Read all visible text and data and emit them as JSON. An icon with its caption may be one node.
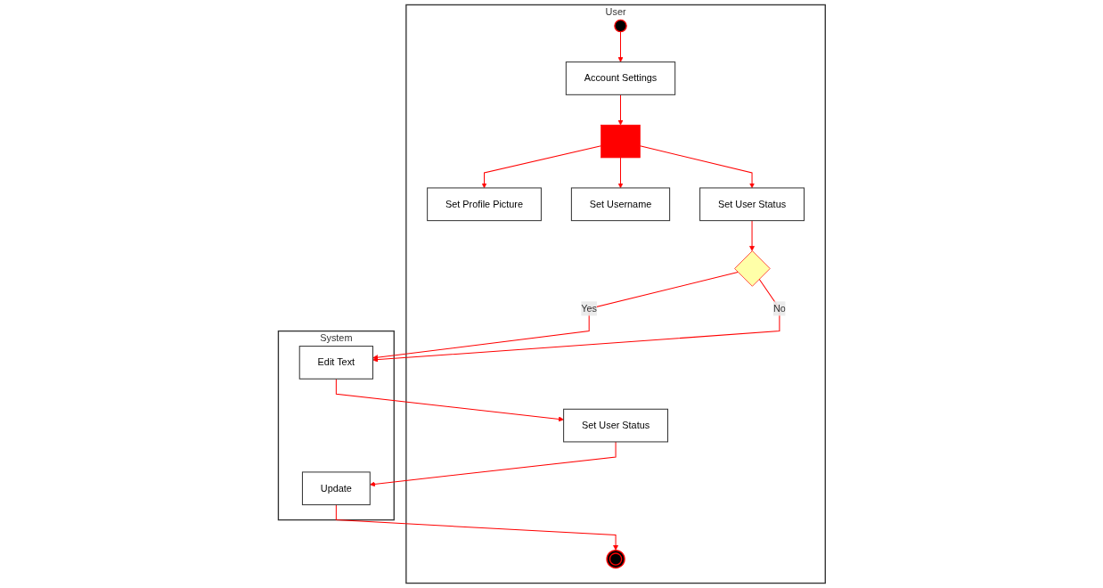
{
  "diagram": {
    "nodes": [
      {
        "text": [
          "User"
        ]
      },
      {
        "text": [
          "System"
        ]
      },
      {
        "text": [],
        "shape": "circle",
        "in": 0
      },
      {
        "text": [
          "Account Settings"
        ],
        "in": 0
      },
      {
        "text": [],
        "shape": "bar",
        "in": 0
      },
      {
        "text": [
          "Set Profile Picture"
        ],
        "in": 0
      },
      {
        "text": [
          "Set Username"
        ],
        "in": 0
      },
      {
        "text": [
          "Set User Status"
        ],
        "in": 0
      },
      {
        "text": [],
        "shape": "diamond",
        "in": 0
      },
      {
        "text": [
          "Edit Text"
        ],
        "in": 1
      },
      {
        "text": [
          "Set User Status"
        ],
        "in": 0
      },
      {
        "text": [
          "Update"
        ],
        "in": 1
      },
      {
        "text": [],
        "shape": "circle",
        "in": 0
      }
    ],
    "edges": [
      {
        "from": 2,
        "to": 3,
        "arrow": "to"
      },
      {
        "from": 3,
        "to": 4,
        "arrow": "to"
      },
      {
        "from": 4,
        "to": 5,
        "arrow": "to"
      },
      {
        "from": 4,
        "to": 6,
        "arrow": "to"
      },
      {
        "from": 4,
        "to": 7,
        "arrow": "to"
      },
      {
        "from": 7,
        "to": 8,
        "arrow": "to"
      },
      {
        "from": 8,
        "to": 9,
        "label": "Yes",
        "arrow": "to"
      },
      {
        "from": 8,
        "to": 9,
        "label": "No",
        "arrow": "to"
      },
      {
        "from": 9,
        "to": 10,
        "arrow": "to"
      },
      {
        "from": 10,
        "to": 11,
        "arrow": "to"
      },
      {
        "from": 11,
        "to": 12,
        "arrow": "to"
      }
    ]
  }
}
